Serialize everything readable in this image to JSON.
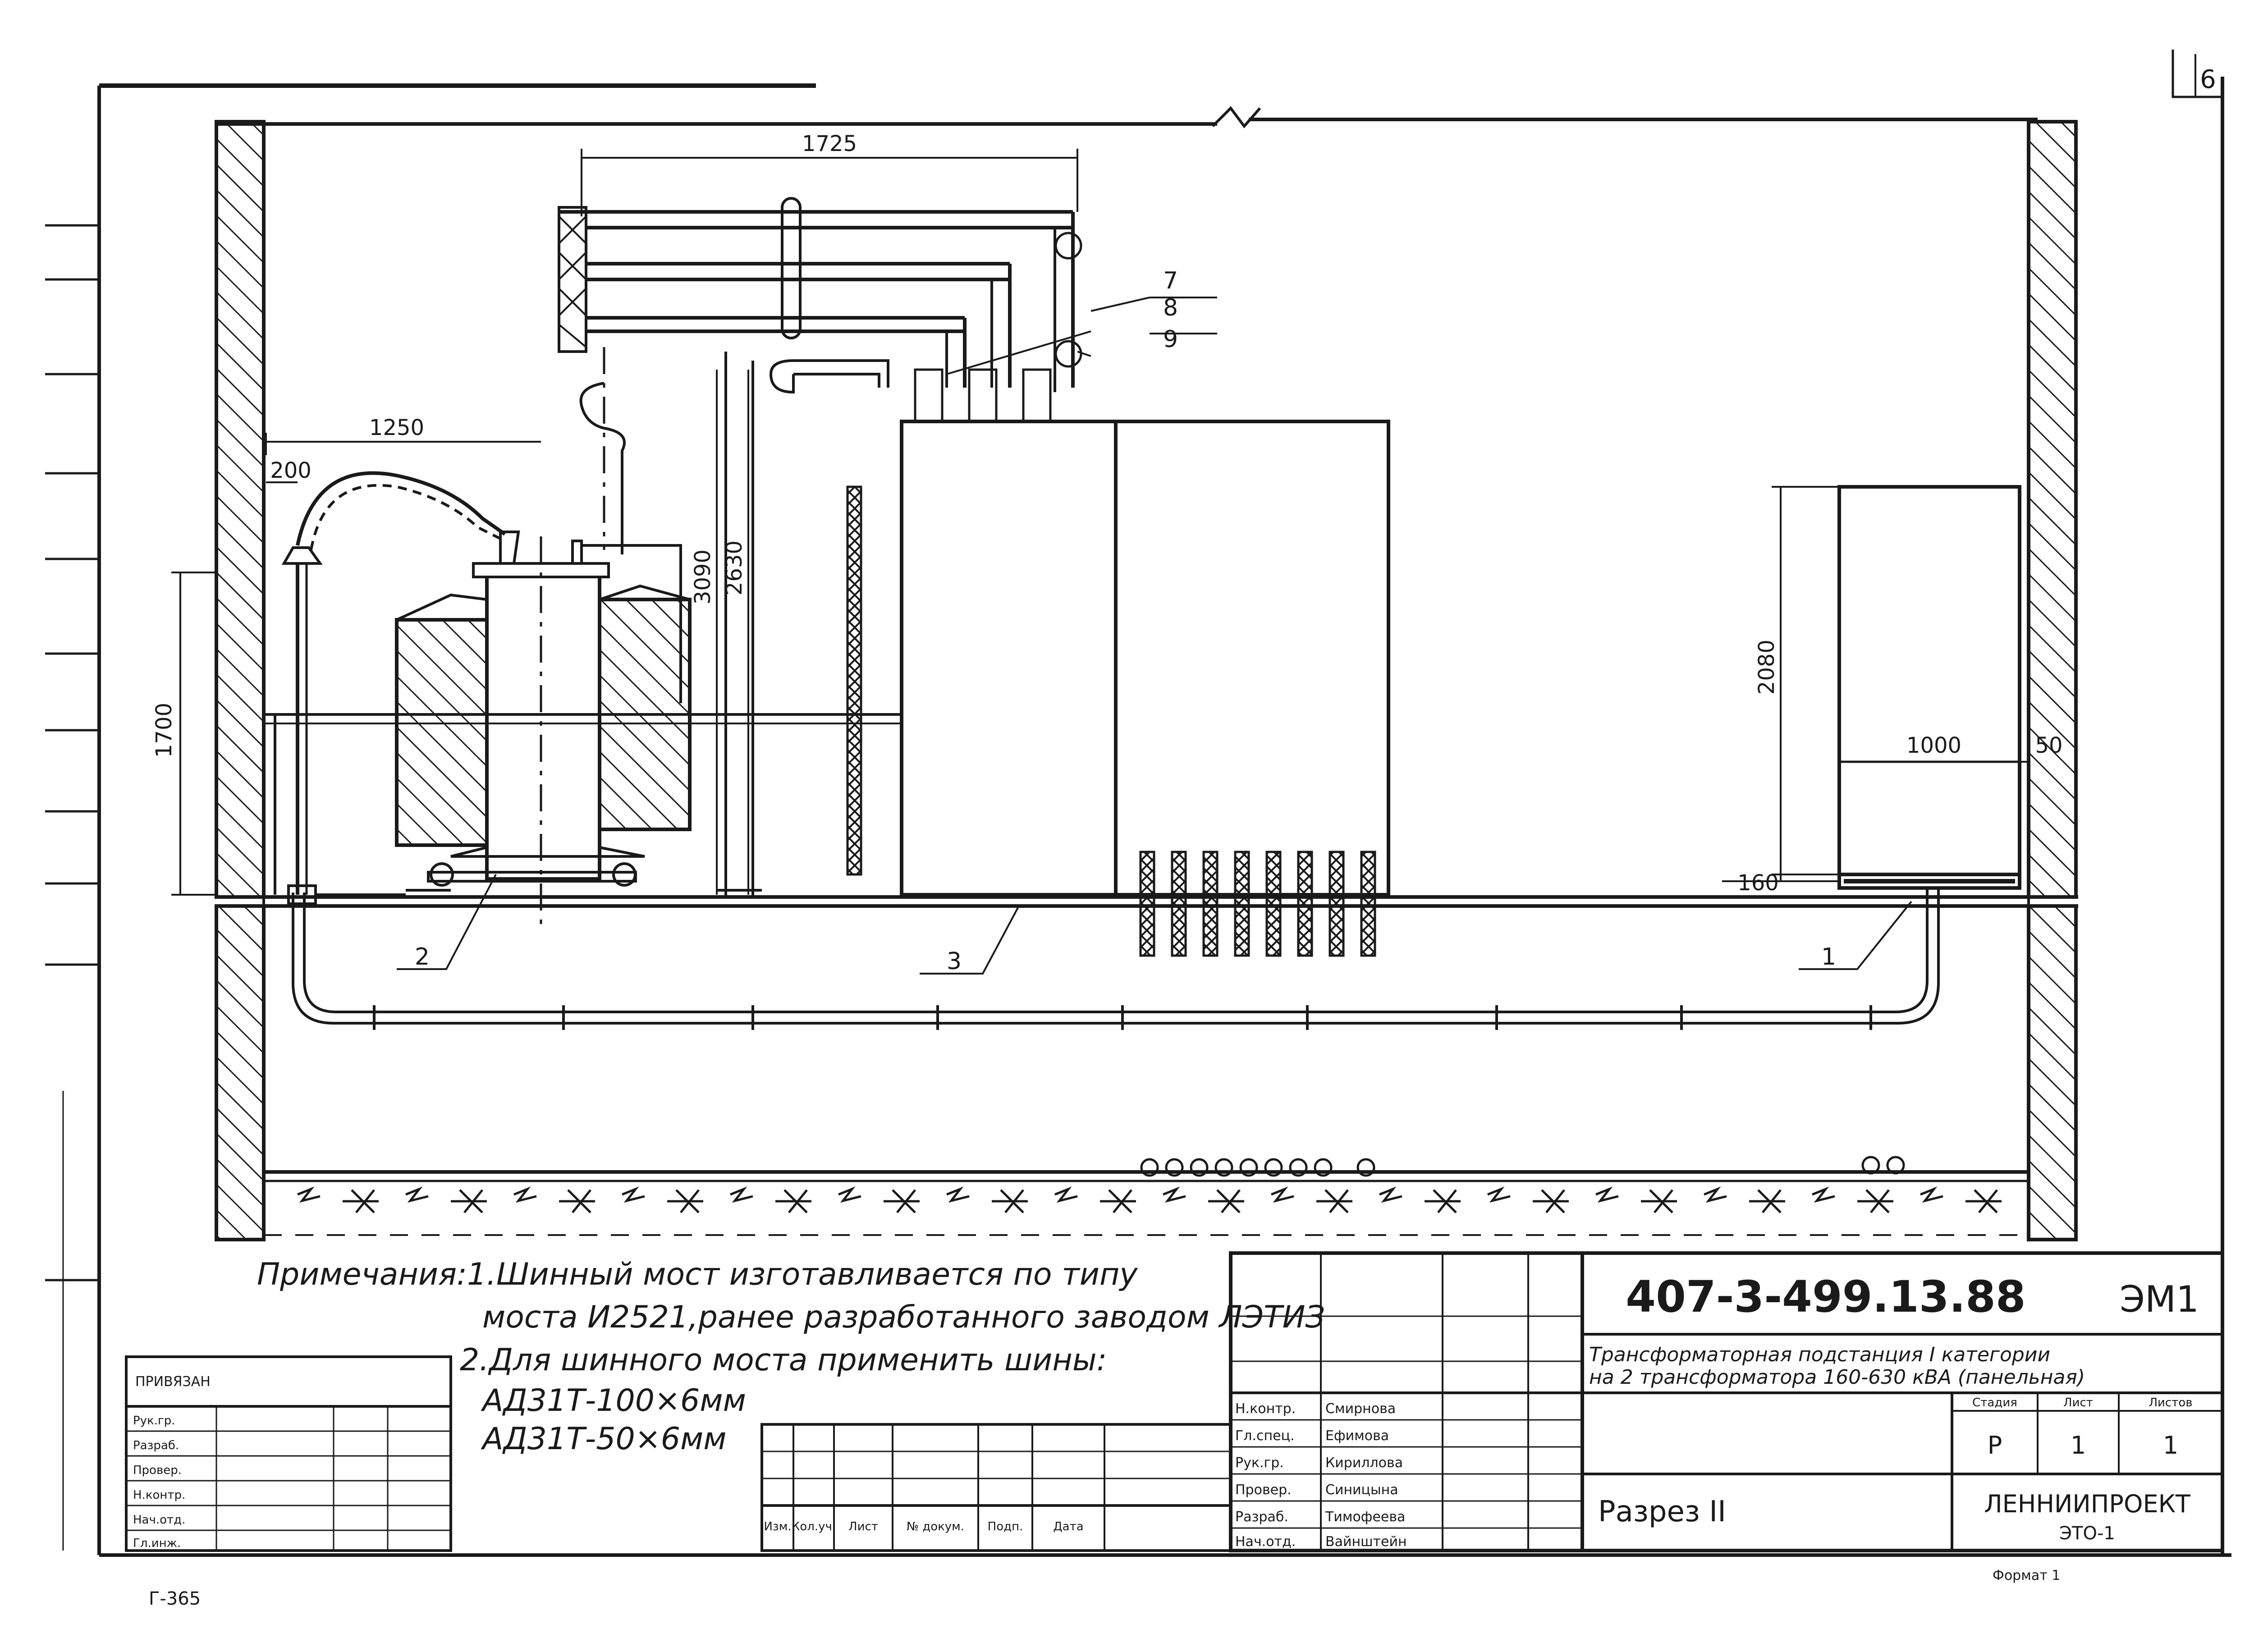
{
  "sheet": {
    "page_number": "6",
    "stamp_bottom_left": "Г-365",
    "format_label": "Формат 1"
  },
  "dimensions": {
    "d1725": "1725",
    "d1250": "1250",
    "d200": "200",
    "d1700": "1700",
    "d3090": "3090",
    "d2630": "2630",
    "d2080": "2080",
    "d1000": "1000",
    "d50": "50",
    "d160": "160"
  },
  "callouts": {
    "c1": "1",
    "c2": "2",
    "c3": "3",
    "c7": "7",
    "c8": "8",
    "c9": "9"
  },
  "notes": {
    "line1": "Примечания:1.Шинный мост  изготавливается по типу",
    "line2": "моста И2521,ранее  разработанного  заводом ЛЭТИЗ",
    "line3": "2.Для  шинного моста  применить  шины:",
    "line4": "АД31Т-100×6мм",
    "line5": "АД31Т-50×6мм"
  },
  "binding_box": {
    "header": "ПРИВЯЗАН",
    "rows": [
      "Рук.гр.",
      "Разраб.",
      "Провер.",
      "Н.контр.",
      "Нач.отд.",
      "Гл.инж."
    ]
  },
  "revision_table": {
    "columns": [
      "Изм.",
      "Кол.уч.",
      "Лист",
      "№ докум.",
      "Подп.",
      "Дата"
    ]
  },
  "signature_table": {
    "rows": [
      {
        "role": "Н.контр.",
        "name": "Смирнова"
      },
      {
        "role": "Гл.спец.",
        "name": "Ефимова"
      },
      {
        "role": "Рук.гр.",
        "name": "Кириллова"
      },
      {
        "role": "Провер.",
        "name": "Синицына"
      },
      {
        "role": "Разраб.",
        "name": "Тимофеева"
      },
      {
        "role": "Нач.отд.",
        "name": "Вайнштейн"
      }
    ]
  },
  "title_block": {
    "code": "407-3-499.13.88",
    "sheet_code": "ЭМ1",
    "description_line1": "Трансформаторная подстанция I категории",
    "description_line2": "на 2 трансформатора 160-630 кВА (панельная)",
    "section": "Разрез II",
    "stage_label": "Стадия",
    "sheet_label": "Лист",
    "sheets_label": "Листов",
    "stage": "Р",
    "sheet": "1",
    "sheets": "1",
    "org_line1": "ЛЕННИИПРОЕКТ",
    "org_line2": "ЭТО-1"
  }
}
